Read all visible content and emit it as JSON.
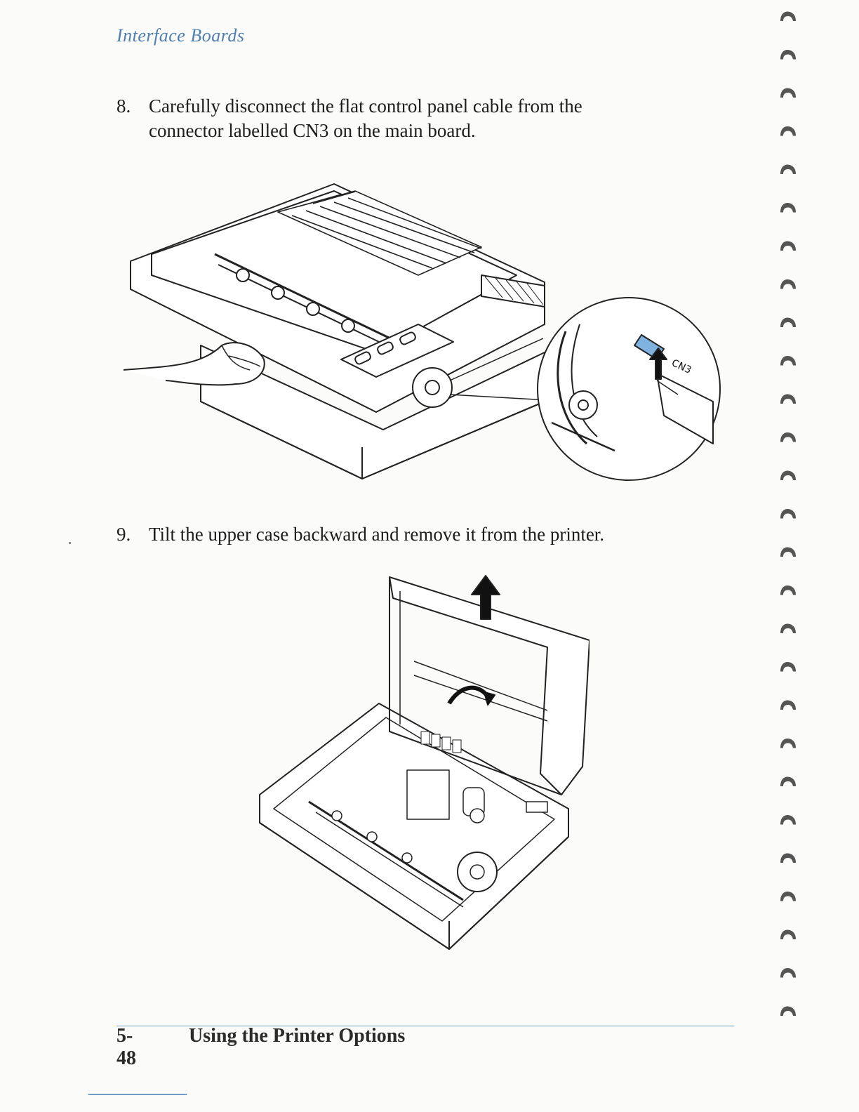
{
  "header": {
    "running_head": "Interface Boards"
  },
  "steps": [
    {
      "number": "8.",
      "text_line1": "Carefully disconnect the flat control panel cable from the",
      "text_line2": "connector labelled CN3 on the main board."
    },
    {
      "number": "9.",
      "text_line1": "Tilt the upper case backward and remove it from the printer."
    }
  ],
  "figures": {
    "fig1": {
      "callout_label": "CN3"
    }
  },
  "footer": {
    "page_number": "5-48",
    "section_title": "Using the Printer Options"
  },
  "colors": {
    "accent": "#4f7fb1",
    "callout_blue": "#7fb2df",
    "ink": "#1d1d1d"
  },
  "binding": {
    "ring_count": 27
  }
}
